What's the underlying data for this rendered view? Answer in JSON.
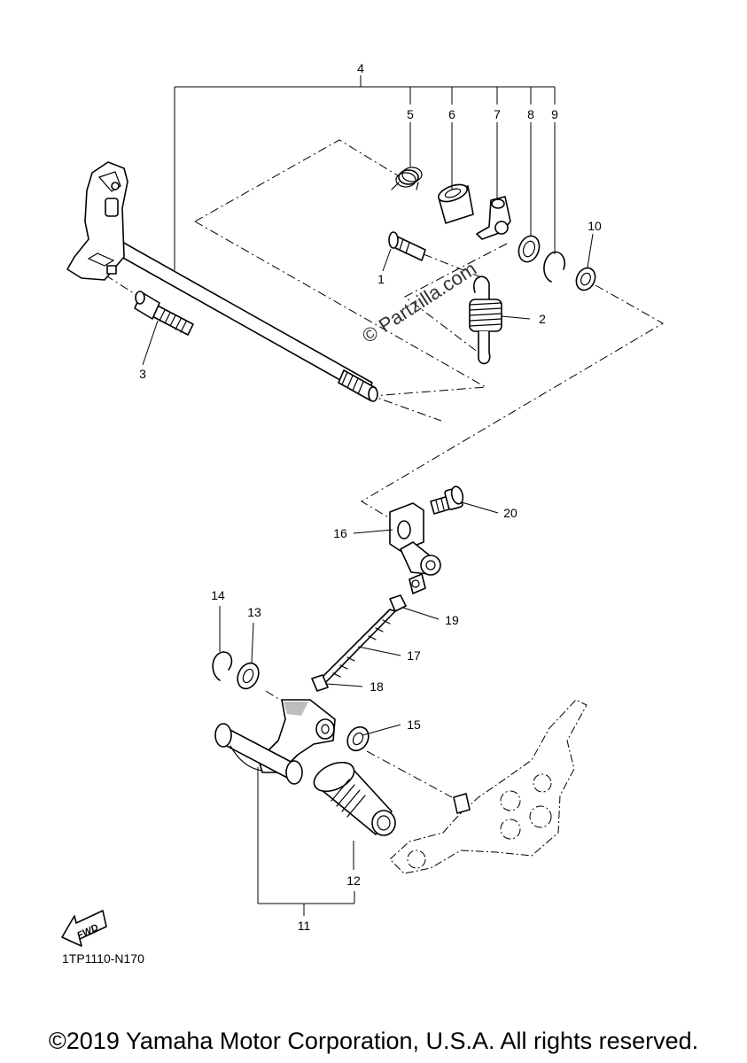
{
  "diagram": {
    "callouts": [
      "1",
      "2",
      "3",
      "4",
      "5",
      "6",
      "7",
      "8",
      "9",
      "10",
      "11",
      "12",
      "13",
      "14",
      "15",
      "16",
      "17",
      "18",
      "19",
      "20"
    ],
    "diagram_code": "1TP1110-N170",
    "fwd_label": "FWD",
    "watermark": "© Partzilla.com"
  },
  "footer": {
    "copyright": "©2019 Yamaha Motor Corporation, U.S.A. All rights reserved."
  }
}
